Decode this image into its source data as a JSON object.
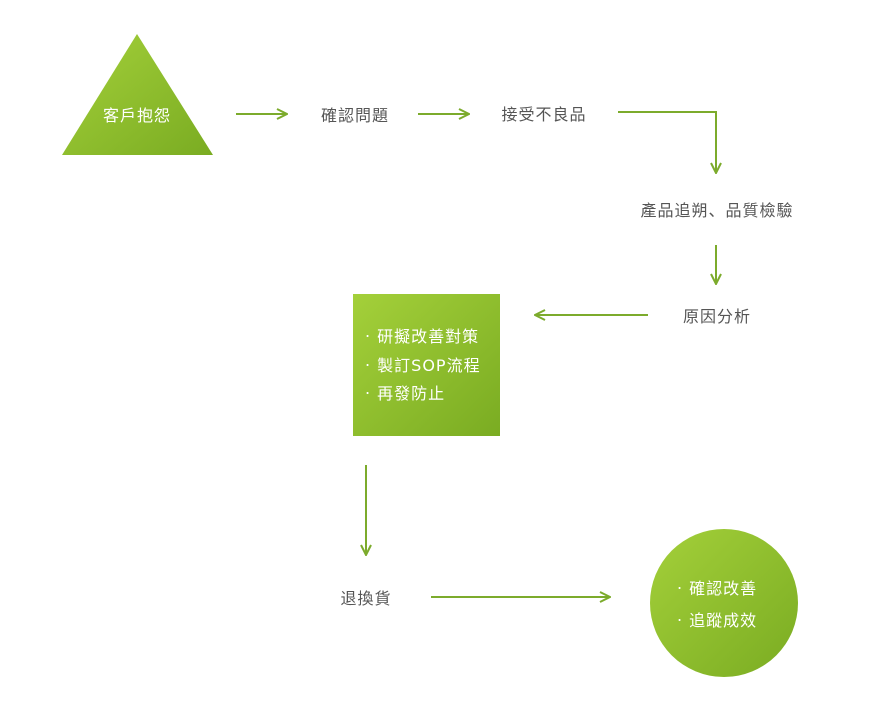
{
  "start": {
    "label": "客戶抱怨"
  },
  "steps": {
    "confirm_issue": "確認問題",
    "accept_defect": "接受不良品",
    "trace_inspect": "產品追朔、品質檢驗",
    "root_cause": "原因分析",
    "return_exchange": "退換貨"
  },
  "countermeasures": {
    "items": [
      "‧ 研擬改善對策",
      "‧ 製訂SOP流程",
      "‧ 再發防止"
    ]
  },
  "result": {
    "items": [
      "‧ 確認改善",
      "‧ 追蹤成效"
    ]
  },
  "colors": {
    "accent": "#7cab2c",
    "fill_light": "#a4d03a",
    "fill_dark": "#7aac22",
    "text": "#555555"
  }
}
